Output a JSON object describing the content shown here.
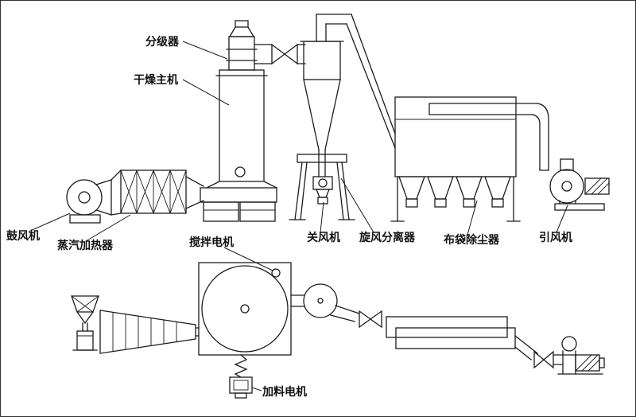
{
  "labels": {
    "classifier": "分级器",
    "dryer_main": "干燥主机",
    "blower": "鼓风机",
    "steam_heater": "蒸汽加热器",
    "agitator_motor": "搅拌电机",
    "rotary_valve": "关风机",
    "cyclone_separator": "旋风分离器",
    "bag_filter": "布袋除尘器",
    "induced_draft_fan": "引风机",
    "feeding_motor": "加料电机"
  },
  "colors": {
    "line": "#1c1c1c",
    "background": "#ffffff"
  }
}
